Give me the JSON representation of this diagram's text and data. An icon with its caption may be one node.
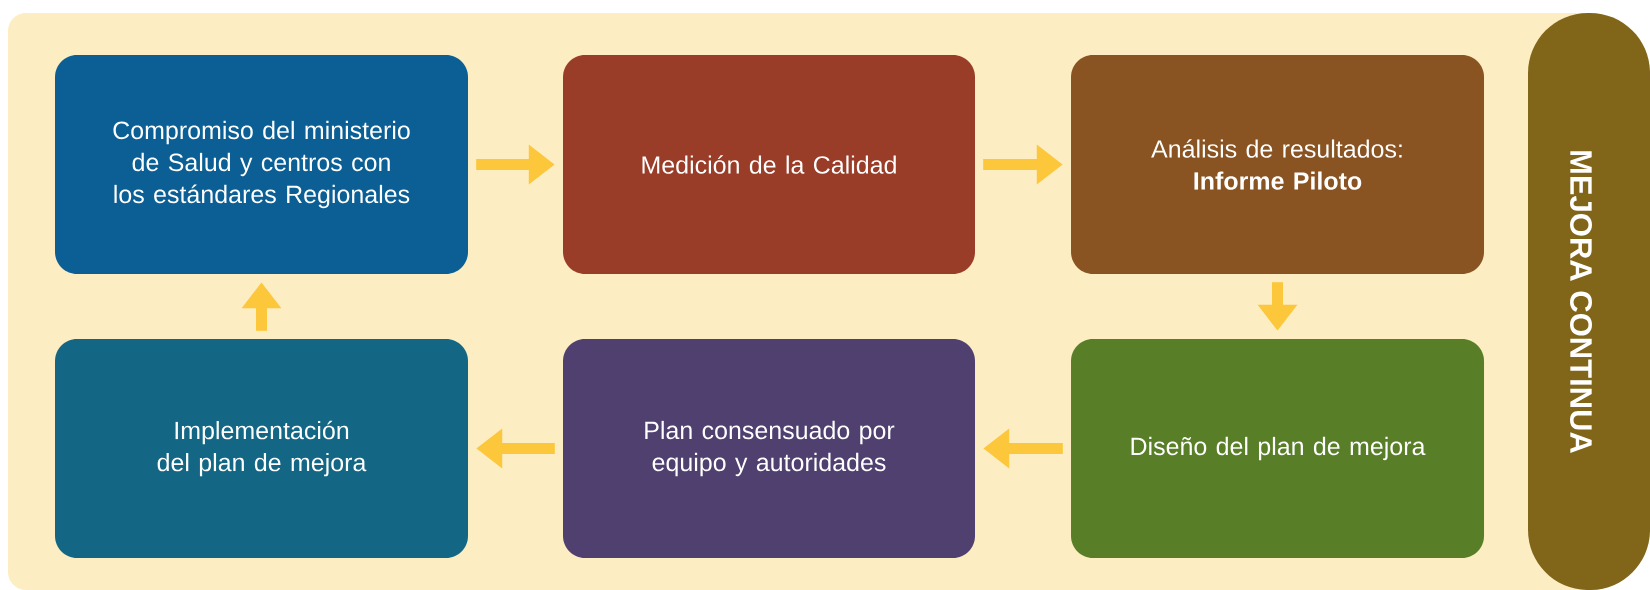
{
  "diagram": {
    "nodes": [
      {
        "text": [
          "Compromiso del ministerio de Salud y centros con los estándares Regionales"
        ]
      },
      {
        "text": [
          "Medición de la Calidad"
        ]
      },
      {
        "text": [
          "Análisis de resultados: **Informe Piloto**"
        ]
      },
      {
        "text": [
          "Implementación del plan de mejora"
        ]
      },
      {
        "text": [
          "Plan consensuado por equipo y autoridades"
        ]
      },
      {
        "text": [
          "Diseño del plan de mejora"
        ]
      },
      {
        "text": [
          "MEJORA CONTINUA"
        ]
      }
    ],
    "edges": [
      {
        "from": 0,
        "to": 1,
        "arrow": "to"
      },
      {
        "from": 1,
        "to": 2,
        "arrow": "to"
      },
      {
        "from": 2,
        "to": 5,
        "arrow": "to"
      },
      {
        "from": 5,
        "to": 4,
        "arrow": "to"
      },
      {
        "from": 4,
        "to": 3,
        "arrow": "to"
      },
      {
        "from": 3,
        "to": 0,
        "arrow": "to"
      }
    ]
  }
}
